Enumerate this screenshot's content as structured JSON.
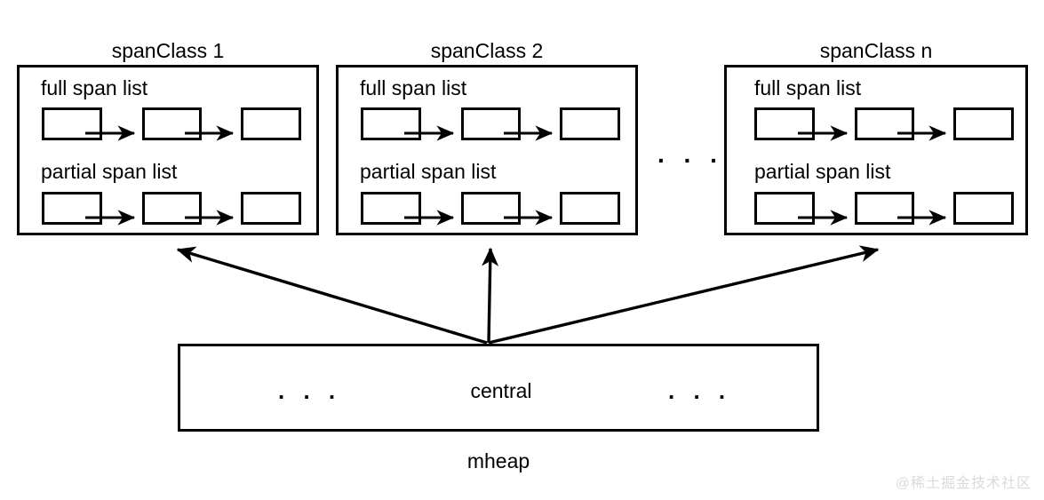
{
  "diagram": {
    "title_hidden": "",
    "span_classes": [
      {
        "title": "spanClass 1",
        "full_list_label": "full span list",
        "partial_list_label": "partial span list",
        "full_nodes": [
          "",
          "",
          ""
        ],
        "partial_nodes": [
          "",
          "",
          ""
        ]
      },
      {
        "title": "spanClass 2",
        "full_list_label": "full span list",
        "partial_list_label": "partial span list",
        "full_nodes": [
          "",
          "",
          ""
        ],
        "partial_nodes": [
          "",
          "",
          ""
        ]
      },
      {
        "title": "spanClass n",
        "full_list_label": "full span list",
        "partial_list_label": "partial span list",
        "full_nodes": [
          "",
          "",
          ""
        ],
        "partial_nodes": [
          "",
          "",
          ""
        ]
      }
    ],
    "between_panels_ellipsis": ". . .",
    "central": {
      "label": "central",
      "left_ellipsis": ". . .",
      "right_ellipsis": ". . ."
    },
    "mheap_label": "mheap",
    "arrows": {
      "to_span_class_1": "arrow-up-left",
      "to_span_class_2": "arrow-up",
      "to_span_class_n": "arrow-up-right",
      "node_link": "arrow-right"
    },
    "colors": {
      "stroke": "#000000",
      "background": "#ffffff",
      "watermark": "#d8dade"
    }
  },
  "watermark": {
    "text": "@稀土掘金技术社区"
  }
}
